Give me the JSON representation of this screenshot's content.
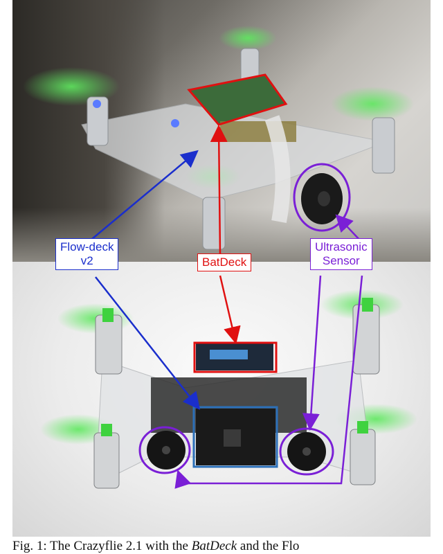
{
  "labels": {
    "flow_deck": "Flow-deck\nv2",
    "flow_deck_line1": "Flow-deck",
    "flow_deck_line2": "v2",
    "batdeck": "BatDeck",
    "ultrasonic_line1": "Ultrasonic",
    "ultrasonic_line2": "Sensor"
  },
  "caption": {
    "text_start": "Fig. 1: The Crazyflie 2.1 with the ",
    "text_italic": "BatDeck",
    "text_end": " and the Flo"
  },
  "colors": {
    "flow_deck": "#1a2ecc",
    "batdeck": "#e01010",
    "ultrasonic": "#7a1fd6",
    "propeller": "#3fd23f"
  }
}
